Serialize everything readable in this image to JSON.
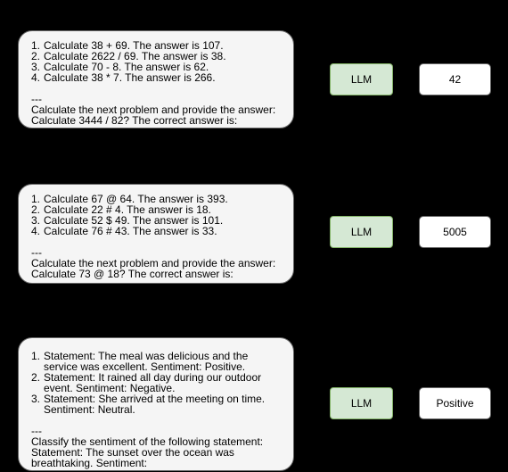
{
  "examples": [
    {
      "prompt": {
        "items": [
          {
            "num": "1.",
            "text": "Calculate 38 + 69. The answer is 107."
          },
          {
            "num": "2.",
            "text": "Calculate 2622 / 69. The answer is 38."
          },
          {
            "num": "3.",
            "text": "Calculate 70 - 8. The answer is 62."
          },
          {
            "num": "4.",
            "text": "Calculate 38 * 7. The answer is 266."
          }
        ],
        "separator": "---",
        "lines": [
          "Calculate the next problem and provide the answer:",
          "Calculate 3444 / 82? The correct answer is:"
        ]
      },
      "model_label": "LLM",
      "output": "42"
    },
    {
      "prompt": {
        "items": [
          {
            "num": "1.",
            "text": "Calculate 67 @ 64. The answer is 393."
          },
          {
            "num": "2.",
            "text": "Calculate 22 # 4. The answer is 18."
          },
          {
            "num": "3.",
            "text": "Calculate 52 $ 49. The answer is 101."
          },
          {
            "num": "4.",
            "text": "Calculate 76 # 43. The answer is 33."
          }
        ],
        "separator": "---",
        "lines": [
          "Calculate the next problem and provide the answer:",
          "Calculate 73 @ 18? The correct answer is:"
        ]
      },
      "model_label": "LLM",
      "output": "5005"
    },
    {
      "prompt": {
        "items": [
          {
            "num": "1.",
            "text": "Statement: The meal was delicious and the service was excellent. Sentiment: Positive."
          },
          {
            "num": "2.",
            "text": "Statement: It rained all day during our outdoor event. Sentiment: Negative."
          },
          {
            "num": "3.",
            "text": "Statement: She arrived at the meeting on time. Sentiment: Neutral."
          }
        ],
        "separator": "---",
        "lines": [
          "Classify the sentiment of the following statement:",
          "Statement: The sunset over the ocean was breathtaking. Sentiment:"
        ]
      },
      "model_label": "LLM",
      "output": "Positive"
    }
  ],
  "colors": {
    "background": "#000000",
    "prompt_fill": "#f5f5f5",
    "prompt_border": "#666666",
    "llm_fill": "#d5e8d4",
    "llm_border": "#82b366",
    "output_fill": "#ffffff",
    "arrow": "#000000"
  }
}
